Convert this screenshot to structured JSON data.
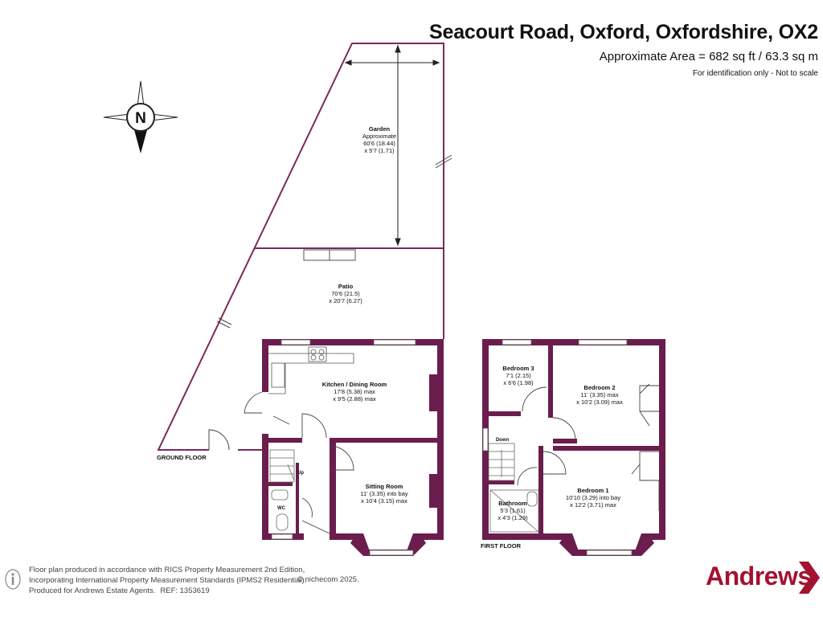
{
  "header": {
    "title": "Seacourt Road, Oxford, Oxfordshire, OX2",
    "area": "Approximate Area = 682 sq ft / 63.3 sq m",
    "identification": "For identification only - Not to scale"
  },
  "compass": {
    "label": "N"
  },
  "rooms": {
    "garden": {
      "name": "Garden",
      "line1": "Approximate",
      "line2": "60'6 (18.44)",
      "line3": "x 5'7 (1.71)"
    },
    "patio": {
      "name": "Patio",
      "line1": "70'6 (21.5)",
      "line2": "x 20'7 (6.27)"
    },
    "kitchen": {
      "name": "Kitchen / Dining Room",
      "line1": "17'8 (5.38) max",
      "line2": "x 9'5 (2.88) max"
    },
    "sitting": {
      "name": "Sitting Room",
      "line1": "11' (3.35) into bay",
      "line2": "x 10'4 (3.15) max"
    },
    "wc": {
      "name": "WC"
    },
    "stairs_up": {
      "name": "Up"
    },
    "bedroom3": {
      "name": "Bedroom 3",
      "line1": "7'1 (2.15)",
      "line2": "x 6'6 (1.98)"
    },
    "bedroom2": {
      "name": "Bedroom 2",
      "line1": "11' (3.35) max",
      "line2": "x 10'2 (3.09) max"
    },
    "bedroom1": {
      "name": "Bedroom 1",
      "line1": "10'10 (3.29) into bay",
      "line2": "x 12'2 (3.71) max"
    },
    "bathroom": {
      "name": "Bathroom",
      "line1": "5'3 (1.61)",
      "line2": "x 4'3 (1.29)"
    },
    "stairs_down": {
      "name": "Down"
    }
  },
  "floors": {
    "ground": "GROUND FLOOR",
    "first": "FIRST FLOOR"
  },
  "footer": {
    "line1": "Floor plan produced in accordance with RICS Property Measurement 2nd Edition,",
    "line2": "Incorporating International Property Measurement Standards (IPMS2 Residential).",
    "line3": "Produced for Andrews Estate Agents.",
    "ref": "REF: 1353619",
    "copyright": "© nichecom 2025."
  },
  "brand": {
    "name": "Andrews",
    "color": "#a3122f"
  },
  "colors": {
    "wall": "#6b1d4e"
  }
}
